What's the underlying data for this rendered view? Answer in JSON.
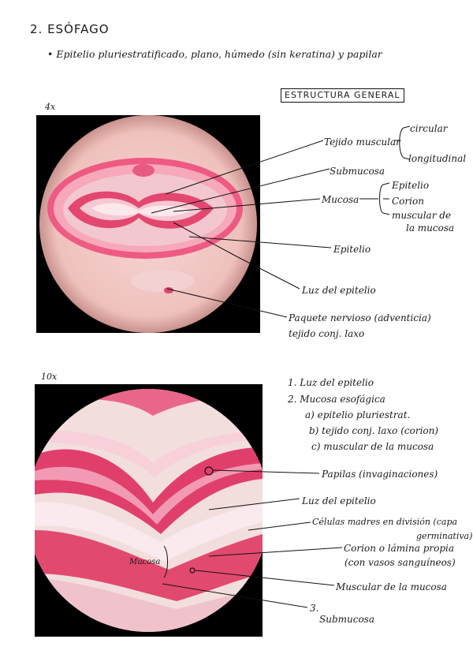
{
  "header": {
    "title": "2. ESÓFAGO",
    "bullet": "• Epitelio pluriestratificado, plano, húmedo (sin keratina) y papilar"
  },
  "section_box": "ESTRUCTURA GENERAL",
  "panel1": {
    "magnification": "4x",
    "labels": {
      "tejido_muscular": "Tejido muscular",
      "circular": "circular",
      "longitudinal": "longitudinal",
      "submucosa": "Submucosa",
      "mucosa": "Mucosa",
      "epitelio_sub": "Epitelio",
      "corion": "Corion",
      "muscular_mucosa_1": "muscular de",
      "muscular_mucosa_2": "la mucosa",
      "epitelio": "Epitelio",
      "luz": "Luz del epitelio",
      "paquete_1": "Paquete nervioso (adventicia)",
      "paquete_2": "tejido conj. laxo"
    }
  },
  "panel2": {
    "magnification": "10x",
    "list": {
      "item1": "1. Luz del epitelio",
      "item2": "2. Mucosa esofágica",
      "item2a": "a) epitelio pluriestrat.",
      "item2b": "b) tejido conj. laxo (corion)",
      "item2c": "c) muscular de la mucosa"
    },
    "labels": {
      "papilas": "Papilas (invaginaciones)",
      "luz": "Luz del epitelio",
      "celulas_1": "Células madres en división (capa",
      "celulas_2": "germinativa)",
      "corion_1": "Corion o lámina propia",
      "corion_2": "(con vasos sanguíneos)",
      "muscular": "Muscular de la mucosa",
      "num3": "3.",
      "submucosa": "Submucosa",
      "mucosa_inside": "Mucosa"
    }
  }
}
